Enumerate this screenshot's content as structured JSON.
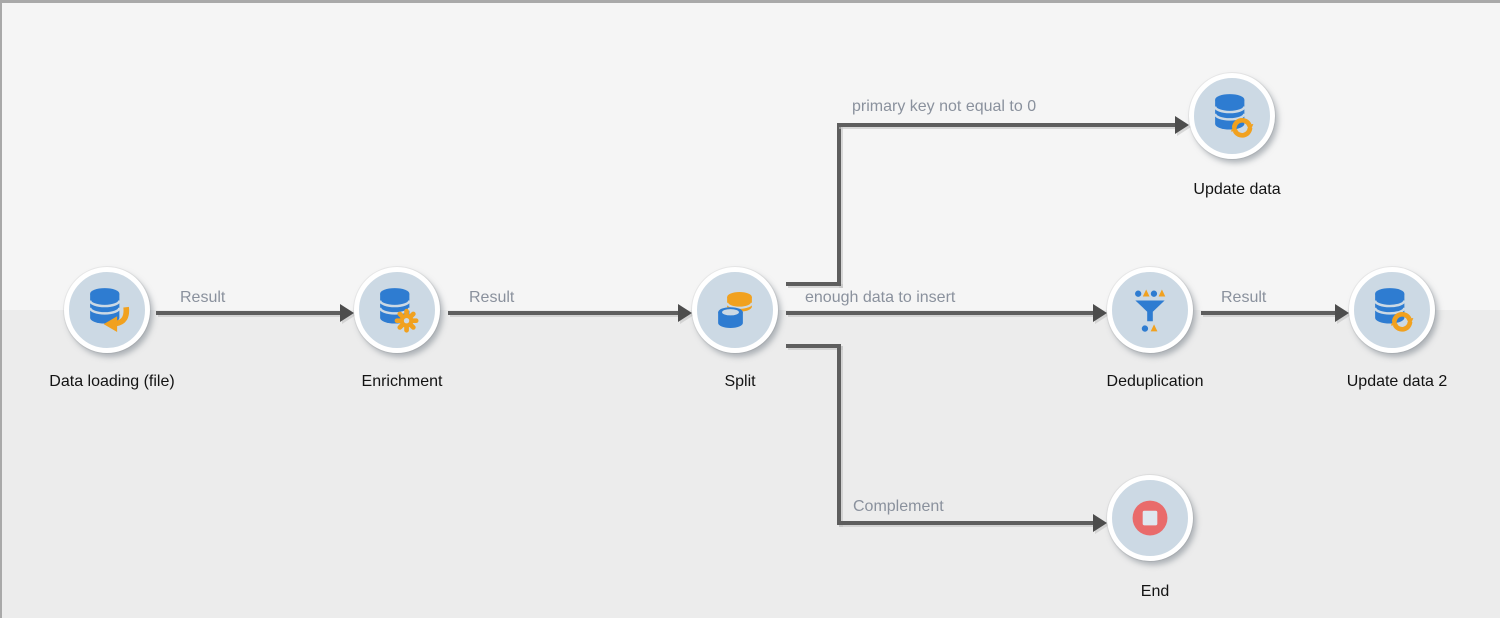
{
  "workflow": {
    "nodes": [
      {
        "id": "data-loading-file",
        "label": "Data loading (file)",
        "icon": "database-import-icon"
      },
      {
        "id": "enrichment",
        "label": "Enrichment",
        "icon": "database-gear-icon"
      },
      {
        "id": "split",
        "label": "Split",
        "icon": "split-cylinder-icon"
      },
      {
        "id": "update-data",
        "label": "Update data",
        "icon": "database-refresh-icon"
      },
      {
        "id": "deduplication",
        "label": "Deduplication",
        "icon": "funnel-icon"
      },
      {
        "id": "update-data-2",
        "label": "Update data 2",
        "icon": "database-refresh-icon"
      },
      {
        "id": "end",
        "label": "End",
        "icon": "stop-icon"
      }
    ],
    "edges": [
      {
        "from": "Data loading (file)",
        "to": "Enrichment",
        "label": "Result"
      },
      {
        "from": "Enrichment",
        "to": "Split",
        "label": "Result"
      },
      {
        "from": "Split",
        "to": "Update data",
        "label": "primary key not equal to 0"
      },
      {
        "from": "Split",
        "to": "Deduplication",
        "label": "enough data to insert"
      },
      {
        "from": "Split",
        "to": "End",
        "label": "Complement"
      },
      {
        "from": "Deduplication",
        "to": "Update data 2",
        "label": "Result"
      }
    ],
    "colors": {
      "node_fill": "#ccd9e4",
      "icon_blue": "#2e7cd1",
      "icon_orange": "#f1a11f",
      "stop_red": "#e96b6b",
      "edge_line": "#5e5e5e",
      "edge_label_text": "#8a919d",
      "node_label_text": "#131313",
      "background_top": "#f5f5f5",
      "background_bottom": "#ececec"
    }
  }
}
